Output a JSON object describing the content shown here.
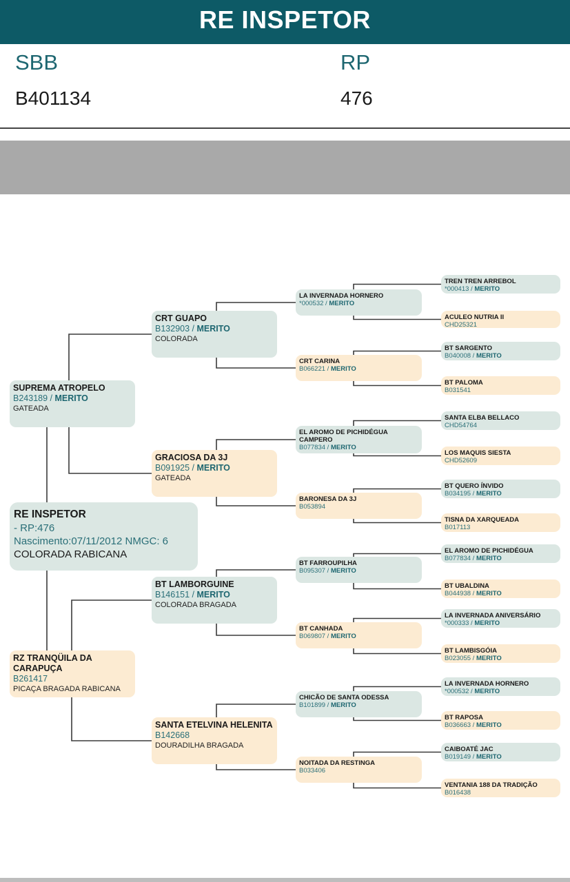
{
  "header": {
    "title": "RE INSPETOR"
  },
  "info": {
    "sbb_label": "SBB",
    "sbb_value": "B401134",
    "rp_label": "RP",
    "rp_value": "476"
  },
  "subject": {
    "name": "RE INSPETOR",
    "rp_line": " - RP:476",
    "birth_line": "Nascimento:07/11/2012 NMGC: 6",
    "color": "COLORADA RABICANA"
  },
  "ancestors": [
    {
      "name": "SUPREMA ATROPELO",
      "reg": "B243189",
      "merit": "MERITO",
      "color": "GATEADA",
      "sex": "m"
    },
    {
      "name": "RZ TRANQÜILA DA CARAPUÇA",
      "reg": "B261417",
      "merit": "",
      "color": "PICAÇA BRAGADA RABICANA",
      "sex": "f"
    },
    {
      "name": "CRT GUAPO",
      "reg": "B132903",
      "merit": "MERITO",
      "color": "COLORADA",
      "sex": "m"
    },
    {
      "name": "GRACIOSA DA 3J",
      "reg": "B091925",
      "merit": "MERITO",
      "color": "GATEADA",
      "sex": "f"
    },
    {
      "name": "BT LAMBORGUINE",
      "reg": "B146151",
      "merit": "MERITO",
      "color": "COLORADA BRAGADA",
      "sex": "m"
    },
    {
      "name": "SANTA ETELVINA HELENITA",
      "reg": "B142668",
      "merit": "",
      "color": "DOURADILHA BRAGADA",
      "sex": "f"
    },
    {
      "name": "LA INVERNADA HORNERO",
      "reg": "*000532",
      "merit": "MERITO",
      "sex": "m"
    },
    {
      "name": "CRT CARINA",
      "reg": "B066221",
      "merit": "MERITO",
      "sex": "f"
    },
    {
      "name": "EL AROMO DE PICHIDÉGUA CAMPERO",
      "reg": "B077834",
      "merit": "MERITO",
      "sex": "m"
    },
    {
      "name": "BARONESA DA 3J",
      "reg": "B053894",
      "merit": "",
      "sex": "f"
    },
    {
      "name": "BT FARROUPILHA",
      "reg": "B095307",
      "merit": "MERITO",
      "sex": "m"
    },
    {
      "name": "BT CANHADA",
      "reg": "B069807",
      "merit": "MERITO",
      "sex": "f"
    },
    {
      "name": "CHICÃO DE SANTA ODESSA",
      "reg": "B101899",
      "merit": "MERITO",
      "sex": "m"
    },
    {
      "name": "NOITADA DA RESTINGA",
      "reg": "B033406",
      "merit": "",
      "sex": "f"
    },
    {
      "name": "TREN TREN ARREBOL",
      "reg": "*000413",
      "merit": "MERITO",
      "sex": "m"
    },
    {
      "name": "ACULEO NUTRIA II",
      "reg": "CHD25321",
      "merit": "",
      "sex": "f"
    },
    {
      "name": "BT SARGENTO",
      "reg": "B040008",
      "merit": "MERITO",
      "sex": "m"
    },
    {
      "name": "BT PALOMA",
      "reg": "B031541",
      "merit": "",
      "sex": "f"
    },
    {
      "name": "SANTA ELBA BELLACO",
      "reg": "CHD54764",
      "merit": "",
      "sex": "m"
    },
    {
      "name": "LOS MAQUIS SIESTA",
      "reg": "CHD52609",
      "merit": "",
      "sex": "f"
    },
    {
      "name": "BT QUERO ÍNVIDO",
      "reg": "B034195",
      "merit": "MERITO",
      "sex": "m"
    },
    {
      "name": "TISNA DA XARQUEADA",
      "reg": "B017113",
      "merit": "",
      "sex": "f"
    },
    {
      "name": "EL AROMO DE PICHIDÉGUA",
      "reg": "B077834",
      "merit": "MERITO",
      "sex": "m"
    },
    {
      "name": "BT UBALDINA",
      "reg": "B044938",
      "merit": "MERITO",
      "sex": "f"
    },
    {
      "name": "LA INVERNADA ANIVERSÁRIO",
      "reg": "*000333",
      "merit": "MERITO",
      "sex": "m"
    },
    {
      "name": "BT LAMBISGÓIA",
      "reg": "B023055",
      "merit": "MERITO",
      "sex": "f"
    },
    {
      "name": "LA INVERNADA HORNERO",
      "reg": "*000532",
      "merit": "MERITO",
      "sex": "m"
    },
    {
      "name": "BT RAPOSA",
      "reg": "B036663",
      "merit": "MERITO",
      "sex": "f"
    },
    {
      "name": "CAIBOATÉ JAC",
      "reg": "B019149",
      "merit": "MERITO",
      "sex": "m"
    },
    {
      "name": "VENTANIA 188 DA TRADIÇÃO",
      "reg": "B016438",
      "merit": "",
      "sex": "f"
    }
  ],
  "separator": " / ",
  "colors": {
    "header": "#0d5a66",
    "male": "#dbe7e3",
    "female": "#fcebd2",
    "accent": "#1d6670",
    "band": "#a9a9a9"
  }
}
